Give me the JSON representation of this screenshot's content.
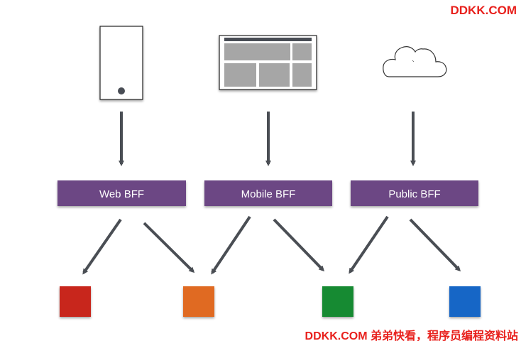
{
  "bffs": [
    {
      "label": "Web BFF"
    },
    {
      "label": "Mobile BFF"
    },
    {
      "label": "Public BFF"
    }
  ],
  "clients": [
    {
      "icon": "mobile-phone-icon"
    },
    {
      "icon": "desktop-browser-icon"
    },
    {
      "icon": "cloud-icon"
    }
  ],
  "services": [
    {
      "icon": "service-box-red",
      "color": "#c8281c"
    },
    {
      "icon": "service-box-orange",
      "color": "#e06a22"
    },
    {
      "icon": "service-box-green",
      "color": "#148a30"
    },
    {
      "icon": "service-box-blue",
      "color": "#1466c6"
    }
  ],
  "colors": {
    "bff_fill": "#6c4684",
    "arrow": "#4a4e54",
    "watermark": "#e8201c"
  },
  "watermarks": {
    "top": "DDKK.COM",
    "bottom": "DDKK.COM 弟弟快看，程序员编程资料站"
  }
}
